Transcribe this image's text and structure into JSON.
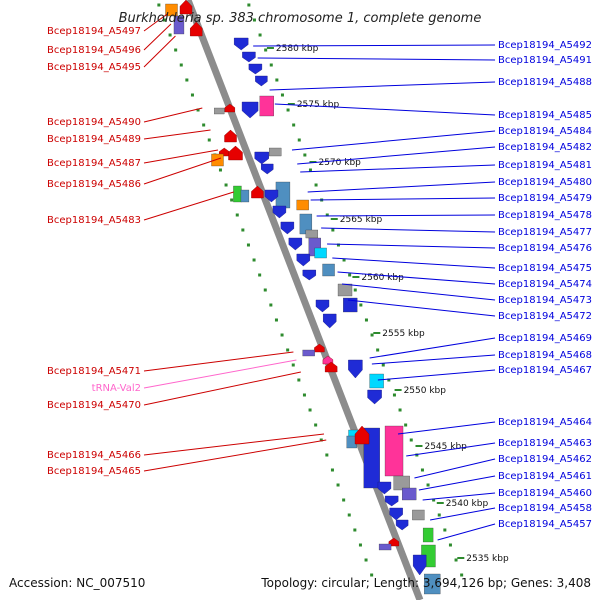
{
  "title": "Burkholderia sp. 383 chromosome 1, complete genome",
  "footer": {
    "accession": "Accession: NC_007510",
    "topology": "Topology: circular; Length: 3,694,126 bp; Genes: 3,408"
  },
  "colors": {
    "backbone": "#8c8c8c",
    "forward_label": "#0000dd",
    "reverse_label": "#cc0000",
    "trna_label": "#ff66cc",
    "tick_dots": "#2e8b2e",
    "gene_blue": "#1f2bd6",
    "gene_red": "#e60000",
    "gene_pink": "#ff3399",
    "gene_orange": "#ff8c00",
    "gene_cyan": "#00d8ff",
    "gene_steel": "#4f8fc0",
    "gene_purple": "#6a5acd",
    "gene_gray": "#9a9a9a",
    "gene_green": "#33cc33"
  },
  "scale_labels": [
    "2580 kbp",
    "2575 kbp",
    "2570 kbp",
    "2565 kbp",
    "2560 kbp",
    "2555 kbp",
    "2550 kbp",
    "2545 kbp",
    "2540 kbp",
    "2535 kbp"
  ],
  "left_labels": [
    {
      "text": "Bcep18194_A5497",
      "kind": "reverse"
    },
    {
      "text": "Bcep18194_A5496",
      "kind": "reverse"
    },
    {
      "text": "Bcep18194_A5495",
      "kind": "reverse"
    },
    {
      "text": "Bcep18194_A5490",
      "kind": "reverse"
    },
    {
      "text": "Bcep18194_A5489",
      "kind": "reverse"
    },
    {
      "text": "Bcep18194_A5487",
      "kind": "reverse"
    },
    {
      "text": "Bcep18194_A5486",
      "kind": "reverse"
    },
    {
      "text": "Bcep18194_A5483",
      "kind": "reverse"
    },
    {
      "text": "Bcep18194_A5471",
      "kind": "reverse"
    },
    {
      "text": "tRNA-Val2",
      "kind": "trna"
    },
    {
      "text": "Bcep18194_A5470",
      "kind": "reverse"
    },
    {
      "text": "Bcep18194_A5466",
      "kind": "reverse"
    },
    {
      "text": "Bcep18194_A5465",
      "kind": "reverse"
    }
  ],
  "right_labels": [
    {
      "text": "Bcep18194_A5492"
    },
    {
      "text": "Bcep18194_A5491"
    },
    {
      "text": "Bcep18194_A5488"
    },
    {
      "text": "Bcep18194_A5485"
    },
    {
      "text": "Bcep18194_A5484"
    },
    {
      "text": "Bcep18194_A5482"
    },
    {
      "text": "Bcep18194_A5481"
    },
    {
      "text": "Bcep18194_A5480"
    },
    {
      "text": "Bcep18194_A5479"
    },
    {
      "text": "Bcep18194_A5478"
    },
    {
      "text": "Bcep18194_A5477"
    },
    {
      "text": "Bcep18194_A5476"
    },
    {
      "text": "Bcep18194_A5475"
    },
    {
      "text": "Bcep18194_A5474"
    },
    {
      "text": "Bcep18194_A5473"
    },
    {
      "text": "Bcep18194_A5472"
    },
    {
      "text": "Bcep18194_A5469"
    },
    {
      "text": "Bcep18194_A5468"
    },
    {
      "text": "Bcep18194_A5467"
    },
    {
      "text": "Bcep18194_A5464"
    },
    {
      "text": "Bcep18194_A5463"
    },
    {
      "text": "Bcep18194_A5462"
    },
    {
      "text": "Bcep18194_A5461"
    },
    {
      "text": "Bcep18194_A5460"
    },
    {
      "text": "Bcep18194_A5458"
    },
    {
      "text": "Bcep18194_A5457"
    }
  ]
}
